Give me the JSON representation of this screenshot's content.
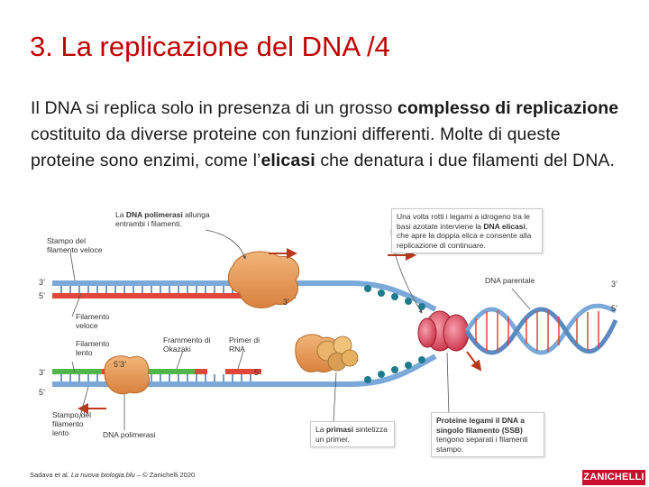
{
  "slide": {
    "title": "3. La replicazione del DNA /4",
    "body": {
      "t1": "Il DNA si replica solo in presenza di un grosso ",
      "b1": "complesso di replicazione",
      "t2": " costituito da diverse proteine con funzioni differenti. Molte di queste proteine sono enzimi, come l’",
      "b2": "elicasi",
      "t3": " che denatura i due filamenti del DNA."
    }
  },
  "figure": {
    "labels": {
      "stampo_veloce": "Stampo del filamento veloce",
      "dna_pol_box_a": "La ",
      "dna_pol_box_b": "DNA polimerasi",
      "dna_pol_box_c": " allunga entrambi i filamenti.",
      "elicasi_box_a": "Una volta rotti i legami a idrogeno tra le basi azotate interviene la ",
      "elicasi_box_b": "DNA elicasi",
      "elicasi_box_c": ", che apre la doppia elica e consente alla replicazione di continuare.",
      "dna_parentale": "DNA parentale",
      "filamento_veloce": "Filamento veloce",
      "filamento_lento": "Filamento lento",
      "okazaki": "Frammento di Okazaki",
      "primer": "Primer di RNA",
      "stampo_lento": "Stampo del filamento lento",
      "dna_polimerasi": "DNA polimerasi",
      "primasi_a": "La ",
      "primasi_b": "primasi",
      "primasi_c": " sintetizza un primer.",
      "ssb_a": "Proteine legami il DNA a singolo filamento (SSB)",
      "ssb_b": " tengono separati i filamenti stampo."
    },
    "strand_ends": {
      "top_left_3": "3’",
      "top_left_5": "5’",
      "top_mid_3": "3’",
      "bottom_left_3": "3’",
      "bottom_left_5": "5’",
      "bottom_mid_5": "5’",
      "okazaki_53": "5’3’",
      "right_3": "3’",
      "right_5": "5’"
    },
    "colors": {
      "strand_blue": "#7aa8d8",
      "new_red": "#e0463a",
      "okazaki_green": "#4db848",
      "polymerase": "#e8a060",
      "helicase": "#e24a5c",
      "ssb": "#1e7a8c",
      "arrow": "#b83a1a"
    }
  },
  "footer": {
    "authors": "Sadava et al. ",
    "book": "La nuova biologia.blu",
    "publisher": " – © Zanichelli 2020",
    "logo": "ZANICHELLI"
  }
}
